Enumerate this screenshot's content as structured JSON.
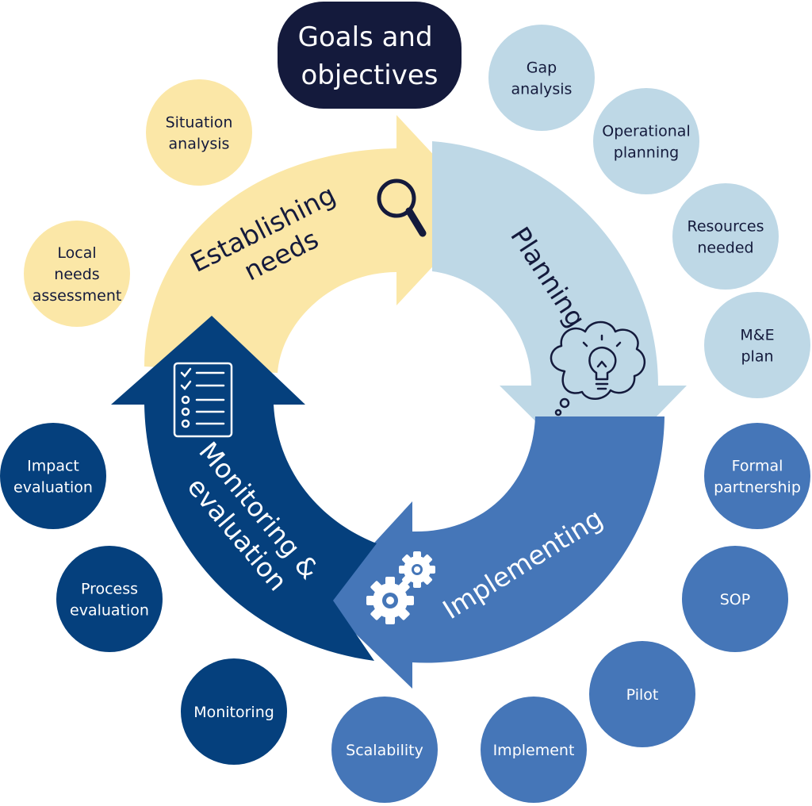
{
  "goal": {
    "lines": [
      "Goals and",
      "objectives"
    ]
  },
  "phases": [
    {
      "key": "establishing",
      "lines": [
        "Establishing",
        "needs"
      ],
      "icon": "magnifier-icon"
    },
    {
      "key": "planning",
      "lines": [
        "Planning"
      ],
      "icon": "lightbulb-thought-icon"
    },
    {
      "key": "implementing",
      "lines": [
        "Implementing"
      ],
      "icon": "gears-icon"
    },
    {
      "key": "monitoring",
      "lines": [
        "Monitoring &",
        "evaluation"
      ],
      "icon": "checklist-icon"
    }
  ],
  "bubbles": [
    {
      "lines": [
        "Situation",
        "analysis"
      ]
    },
    {
      "lines": [
        "Local",
        "needs",
        "assessment"
      ]
    },
    {
      "lines": [
        "Gap",
        "analysis"
      ]
    },
    {
      "lines": [
        "Operational",
        "planning"
      ]
    },
    {
      "lines": [
        "Resources",
        "needed"
      ]
    },
    {
      "lines": [
        "M&E",
        "plan"
      ]
    },
    {
      "lines": [
        "Formal",
        "partnership"
      ]
    },
    {
      "lines": [
        "SOP"
      ]
    },
    {
      "lines": [
        "Pilot"
      ]
    },
    {
      "lines": [
        "Implement"
      ]
    },
    {
      "lines": [
        "Scalability"
      ]
    },
    {
      "lines": [
        "Monitoring"
      ]
    },
    {
      "lines": [
        "Process",
        "evaluation"
      ]
    },
    {
      "lines": [
        "Impact",
        "evaluation"
      ]
    }
  ],
  "colors": {
    "yellow": "#fbe7a7",
    "light_blue": "#bed8e6",
    "mid_blue": "#4576b8",
    "dark_blue": "#05407d",
    "navy": "#141a3c",
    "text_dark": "#141a3c",
    "text_light": "#ffffff"
  }
}
